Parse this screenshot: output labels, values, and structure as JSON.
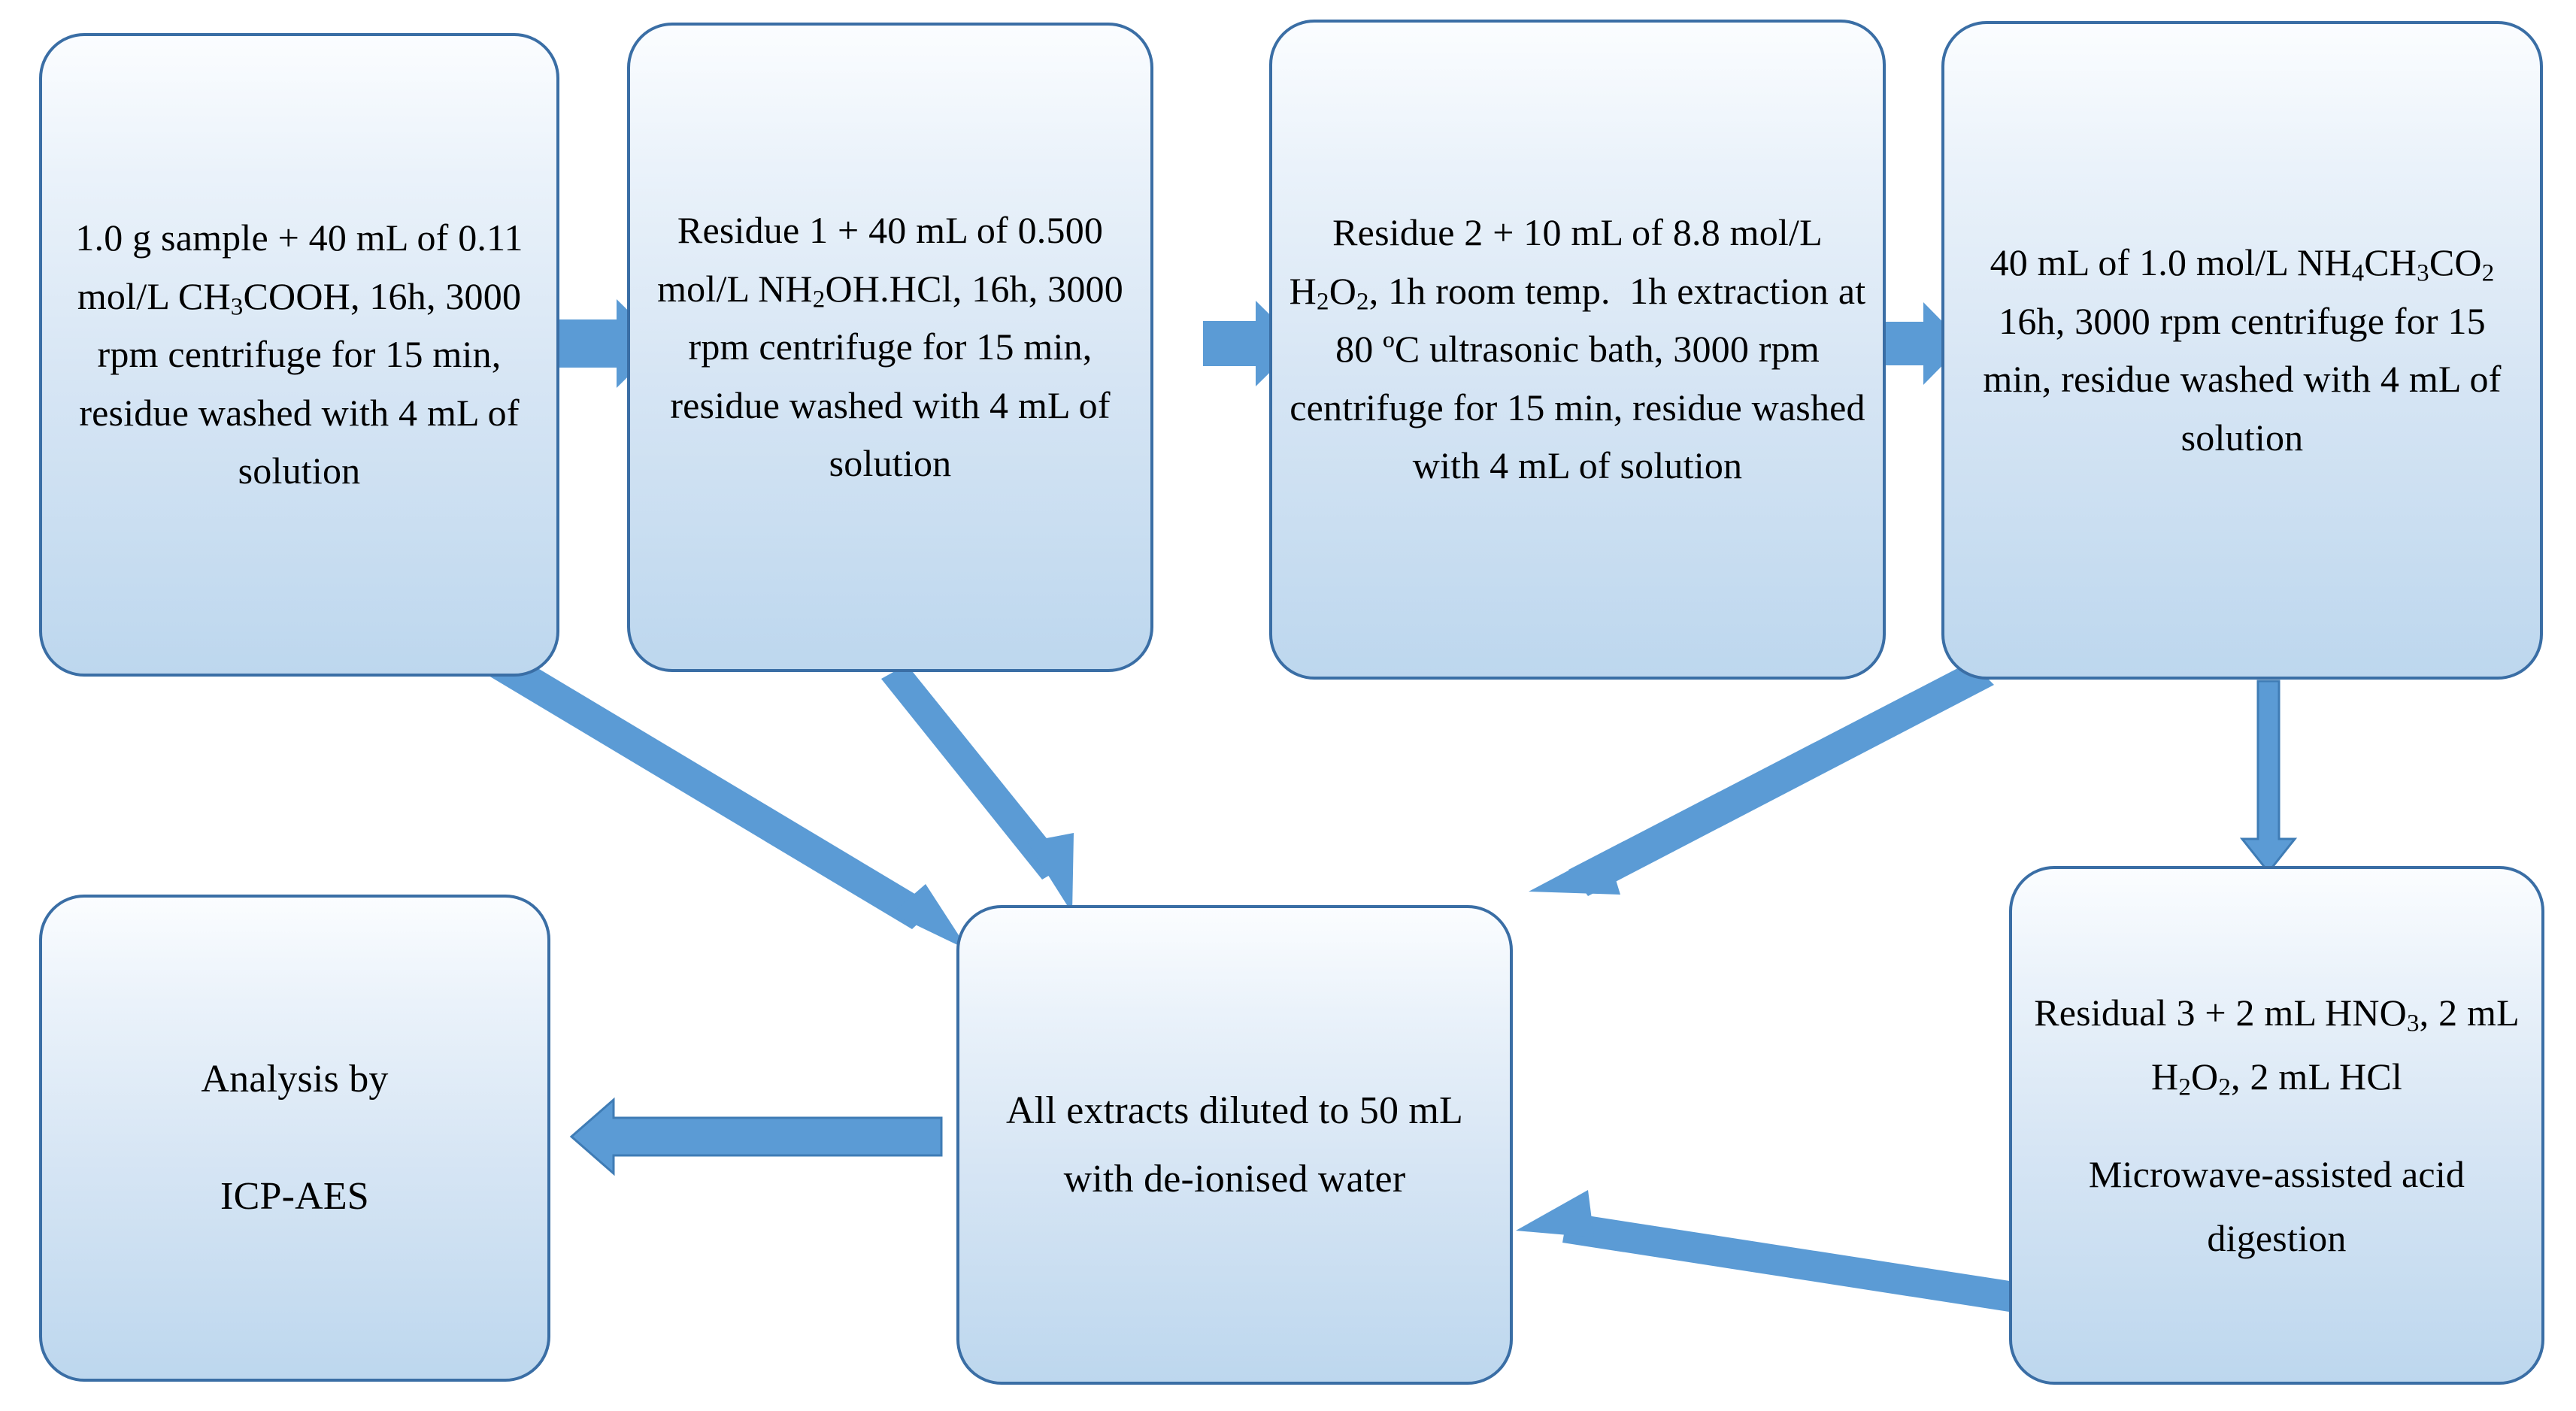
{
  "diagram": {
    "title": "Sequential extraction and analysis flowchart",
    "colors": {
      "box_border": "#3a6ea5",
      "box_fill_top": "#fbfdff",
      "box_fill_bottom": "#bdd7ee",
      "arrow_fill": "#5b9bd5",
      "arrow_stroke": "#3f7cb5",
      "text": "#000000",
      "background": "#ffffff"
    },
    "nodes": {
      "step1": {
        "text": "1.0 g sample + 40 mL of 0.11 mol/L CH3COOH, 16h, 3000 rpm centrifuge for 15 min, residue washed with 4 mL of solution"
      },
      "step2": {
        "text": "Residue 1 + 40 mL of 0.500 mol/L NH2OH.HCl, 16h, 3000 rpm centrifuge for 15 min, residue washed with 4 mL of solution"
      },
      "step3": {
        "text": "Residue 2 + 10 mL of 8.8 mol/L H2O2, 1h room temp.  1h extraction at 80 ºC ultrasonic bath, 3000 rpm centrifuge for 15 min, residue washed with 4 mL of solution"
      },
      "step4": {
        "text": "40 mL of 1.0 mol/L NH4CH3CO2 16h, 3000 rpm centrifuge for 15 min, residue washed with 4 mL of solution"
      },
      "analysis": {
        "line1": "Analysis by",
        "line2": "ICP-AES"
      },
      "dilution": {
        "text": "All extracts diluted to 50 mL with de-ionised water"
      },
      "residual": {
        "line1": "Residual 3 + 2 mL HNO3, 2 mL H2O2, 2 mL HCl",
        "line2": "Microwave-assisted acid digestion"
      }
    },
    "edges": [
      {
        "name": "step1-to-step2",
        "from": "step1",
        "to": "step2",
        "style": "block-arrow",
        "direction": "right"
      },
      {
        "name": "step2-to-step3",
        "from": "step2",
        "to": "step3",
        "style": "block-arrow",
        "direction": "right"
      },
      {
        "name": "step3-to-step4",
        "from": "step3",
        "to": "step4",
        "style": "block-arrow",
        "direction": "right"
      },
      {
        "name": "step1-to-dilution",
        "from": "step1",
        "to": "dilution",
        "style": "line-arrow",
        "direction": "down-right"
      },
      {
        "name": "step2-to-dilution",
        "from": "step2",
        "to": "dilution",
        "style": "line-arrow",
        "direction": "down-right"
      },
      {
        "name": "step4-to-dilution",
        "from": "step4",
        "to": "dilution",
        "style": "line-arrow",
        "direction": "down-left"
      },
      {
        "name": "step4-to-residual",
        "from": "step4",
        "to": "residual",
        "style": "block-arrow",
        "direction": "down"
      },
      {
        "name": "residual-to-dilution",
        "from": "residual",
        "to": "dilution",
        "style": "line-arrow",
        "direction": "left"
      },
      {
        "name": "dilution-to-analysis",
        "from": "dilution",
        "to": "analysis",
        "style": "block-arrow",
        "direction": "left"
      }
    ]
  }
}
